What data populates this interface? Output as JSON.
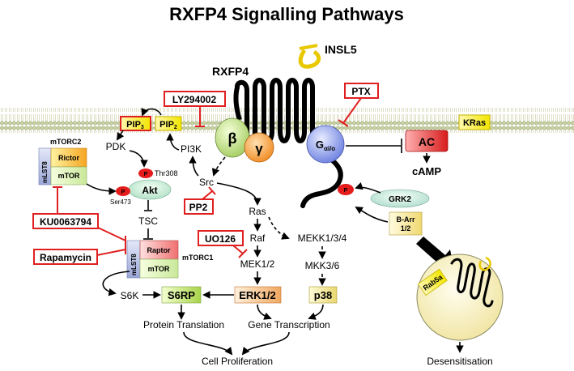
{
  "title": "RXFP4 Signalling Pathways",
  "ligand": "INSL5",
  "receptor": "RXFP4",
  "membrane": {
    "pip3": "PIP",
    "pip3_sub": "3",
    "pip2": "PIP",
    "pip2_sub": "2",
    "kras": "KRas"
  },
  "g_protein": {
    "beta": "β",
    "gamma": "γ",
    "alpha": "G",
    "alpha_sub": "αi/o"
  },
  "inhibitors": {
    "ly": "LY294002",
    "ptx": "PTX",
    "pp2": "PP2",
    "uo126": "UO126",
    "ku": "KU0063794",
    "rapamycin": "Rapamycin"
  },
  "pi3k_branch": {
    "pdk": "PDK",
    "pi3k": "PI3K",
    "src": "Src",
    "akt": "Akt",
    "thr308": "Thr308",
    "ser473": "Ser473",
    "tsc": "TSC",
    "p": "P"
  },
  "mtorc2": {
    "label": "mTORC2",
    "lst8": "mLST8",
    "rictor": "Rictor",
    "mtor": "mTOR"
  },
  "mtorc1": {
    "label": "mTORC1",
    "lst8": "mLST8",
    "raptor": "Raptor",
    "mtor": "mTOR"
  },
  "mapk_branch": {
    "ras": "Ras",
    "raf": "Raf",
    "mek": "MEK1/2",
    "erk": "ERK1/2",
    "mekk": "MEKK1/3/4",
    "mkk": "MKK3/6",
    "p38": "p38",
    "s6k": "S6K",
    "s6rp": "S6RP"
  },
  "ac_branch": {
    "ac": "AC",
    "camp": "cAMP",
    "grk2": "GRK2",
    "barr_line1": "B-Arr",
    "barr_line2": "1/2"
  },
  "endosome": {
    "rab": "Rab5a",
    "desensitisation": "Desensitisation"
  },
  "outcomes": {
    "protein_translation": "Protein Translation",
    "gene_transcription": "Gene Transcription",
    "cell_proliferation": "Cell Proliferation"
  }
}
